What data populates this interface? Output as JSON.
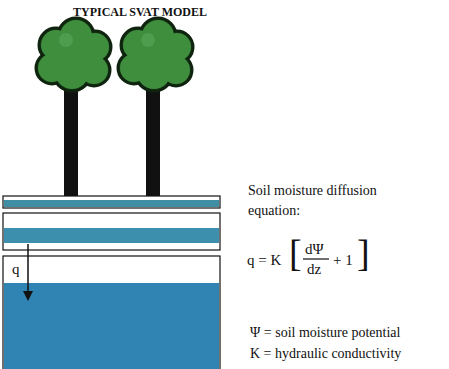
{
  "diagram": {
    "title": "TYPICAL SVAT MODEL",
    "labels": [
      "q",
      "Soil moisture diffusion equation:",
      "q = K",
      "[",
      "dΨ",
      "dz",
      "+ 1",
      "]",
      "Ψ = soil moisture potential",
      "K = hydraulic conductivity"
    ]
  }
}
